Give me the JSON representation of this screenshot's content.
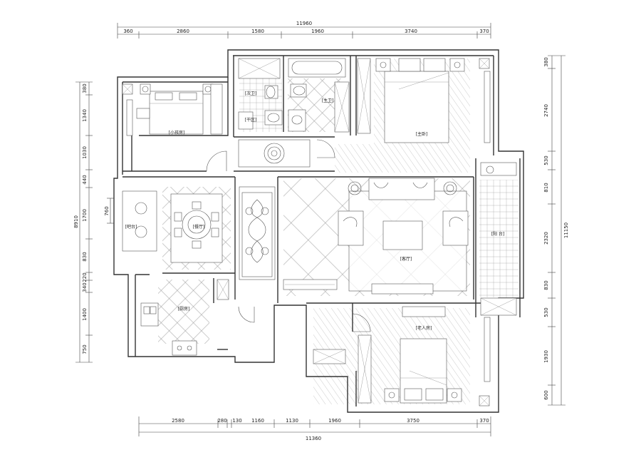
{
  "plan": {
    "rooms": [
      {
        "id": "secondary-bedroom",
        "label": "[小孩房]"
      },
      {
        "id": "second-bath",
        "label": "[次卫]"
      },
      {
        "id": "master-bath",
        "label": "[主卫]"
      },
      {
        "id": "dry-area",
        "label": "[干区]"
      },
      {
        "id": "master-bedroom",
        "label": "[主卧]"
      },
      {
        "id": "bar",
        "label": "[吧台]"
      },
      {
        "id": "dining",
        "label": "[餐厅]"
      },
      {
        "id": "living",
        "label": "[客厅]"
      },
      {
        "id": "balcony",
        "label": "[阳 台]"
      },
      {
        "id": "kitchen",
        "label": "[厨房]"
      },
      {
        "id": "elder-room",
        "label": "[老人房]"
      }
    ],
    "dimensions": {
      "top_total": "11960",
      "top": [
        "360",
        "2860",
        "1580",
        "1960",
        "3740",
        "370"
      ],
      "bottom_total": "11360",
      "bottom": [
        "2580",
        "280",
        "130",
        "1160",
        "1130",
        "1960",
        "3750",
        "370"
      ],
      "left_total": "8910",
      "left": [
        "380",
        "1340",
        "1030",
        "440",
        "1700",
        "830",
        "220",
        "340",
        "1400",
        "750"
      ],
      "left_bar": "760",
      "right_total": "11150",
      "right": [
        "380",
        "2740",
        "530",
        "810",
        "2320",
        "830",
        "530",
        "1930",
        "600"
      ]
    }
  }
}
